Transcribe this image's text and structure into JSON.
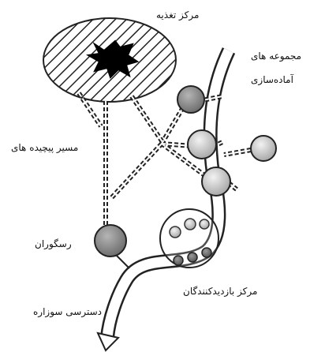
{
  "labels": {
    "center": "مرکز تغذیه",
    "alert_group_line1": "مجموعه های",
    "alert_group_line2": "آماده‌سازی",
    "pathway": "مسیر پیچیده های",
    "neurons": "رسگوران",
    "excitatory_center": "مرکز بازدیدکنندگان",
    "vertical_path": "دسترسی سوزاره"
  }
}
